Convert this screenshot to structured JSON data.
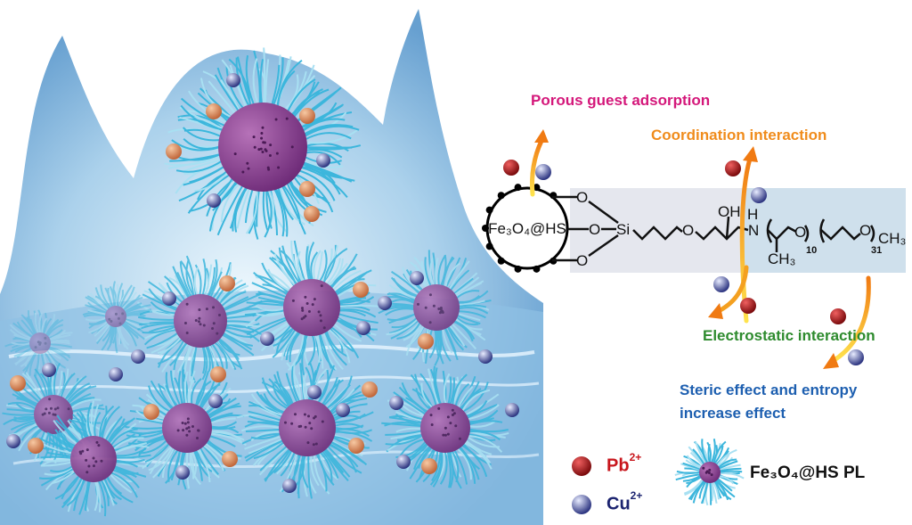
{
  "labels": {
    "porous": "Porous guest adsorption",
    "coordination": "Coordination interaction",
    "electrostatic": "Electrostatic interaction",
    "steric_line1": "Steric effect and entropy",
    "steric_line2": "increase effect"
  },
  "structure": {
    "core": "Fe₃O₄@HS",
    "o_top": "O",
    "o_mid": "O",
    "o_bot": "O",
    "si": "Si",
    "o_chain": "O",
    "oh": "OH",
    "n": "N",
    "h": "H",
    "o_ppo": "O",
    "n_ppo": "10",
    "o_peo": "O",
    "n_peo": "31",
    "ch3_end": "CH₃",
    "ch3_side": "CH₃"
  },
  "legend": {
    "pb": "Pb",
    "pb_charge": "2+",
    "cu": "Cu",
    "cu_charge": "2+",
    "particle": "Fe₃O₄@HS PL"
  },
  "colors": {
    "porous": "#d4177a",
    "coordination": "#f08c1c",
    "electrostatic": "#2e8b2e",
    "steric": "#1d5fb0",
    "pb": "#b0151a",
    "cu": "#2a2f7a",
    "particle_core": "#8e3f94",
    "fringe": "#3cb6dc"
  }
}
